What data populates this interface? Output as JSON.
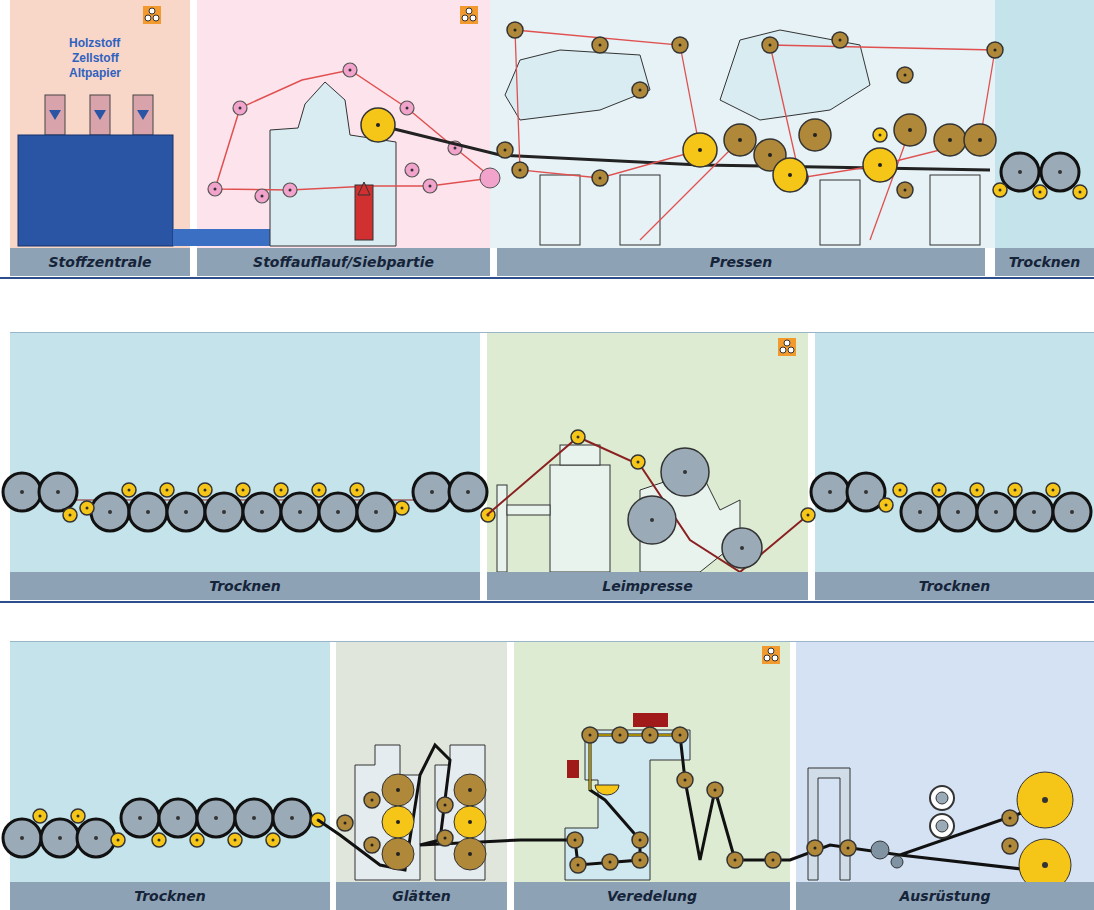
{
  "diagram": {
    "nodes": [
      {
        "text": [
          "Stoffzentrale"
        ]
      },
      {
        "text": [
          "Stoffauflauf/Siebpartie"
        ]
      },
      {
        "text": [
          "Pressen"
        ]
      },
      {
        "text": [
          "Trocknen"
        ]
      },
      {
        "text": [
          "Trocknen"
        ]
      },
      {
        "text": [
          "Leimpresse"
        ]
      },
      {
        "text": [
          "Trocknen"
        ]
      },
      {
        "text": [
          "Trocknen"
        ]
      },
      {
        "text": [
          "Glätten"
        ]
      },
      {
        "text": [
          "Veredelung"
        ]
      },
      {
        "text": [
          "Ausrüstung"
        ]
      }
    ],
    "labels": [
      "Holzstoff",
      "Zellstoff",
      "Altpapier"
    ]
  }
}
